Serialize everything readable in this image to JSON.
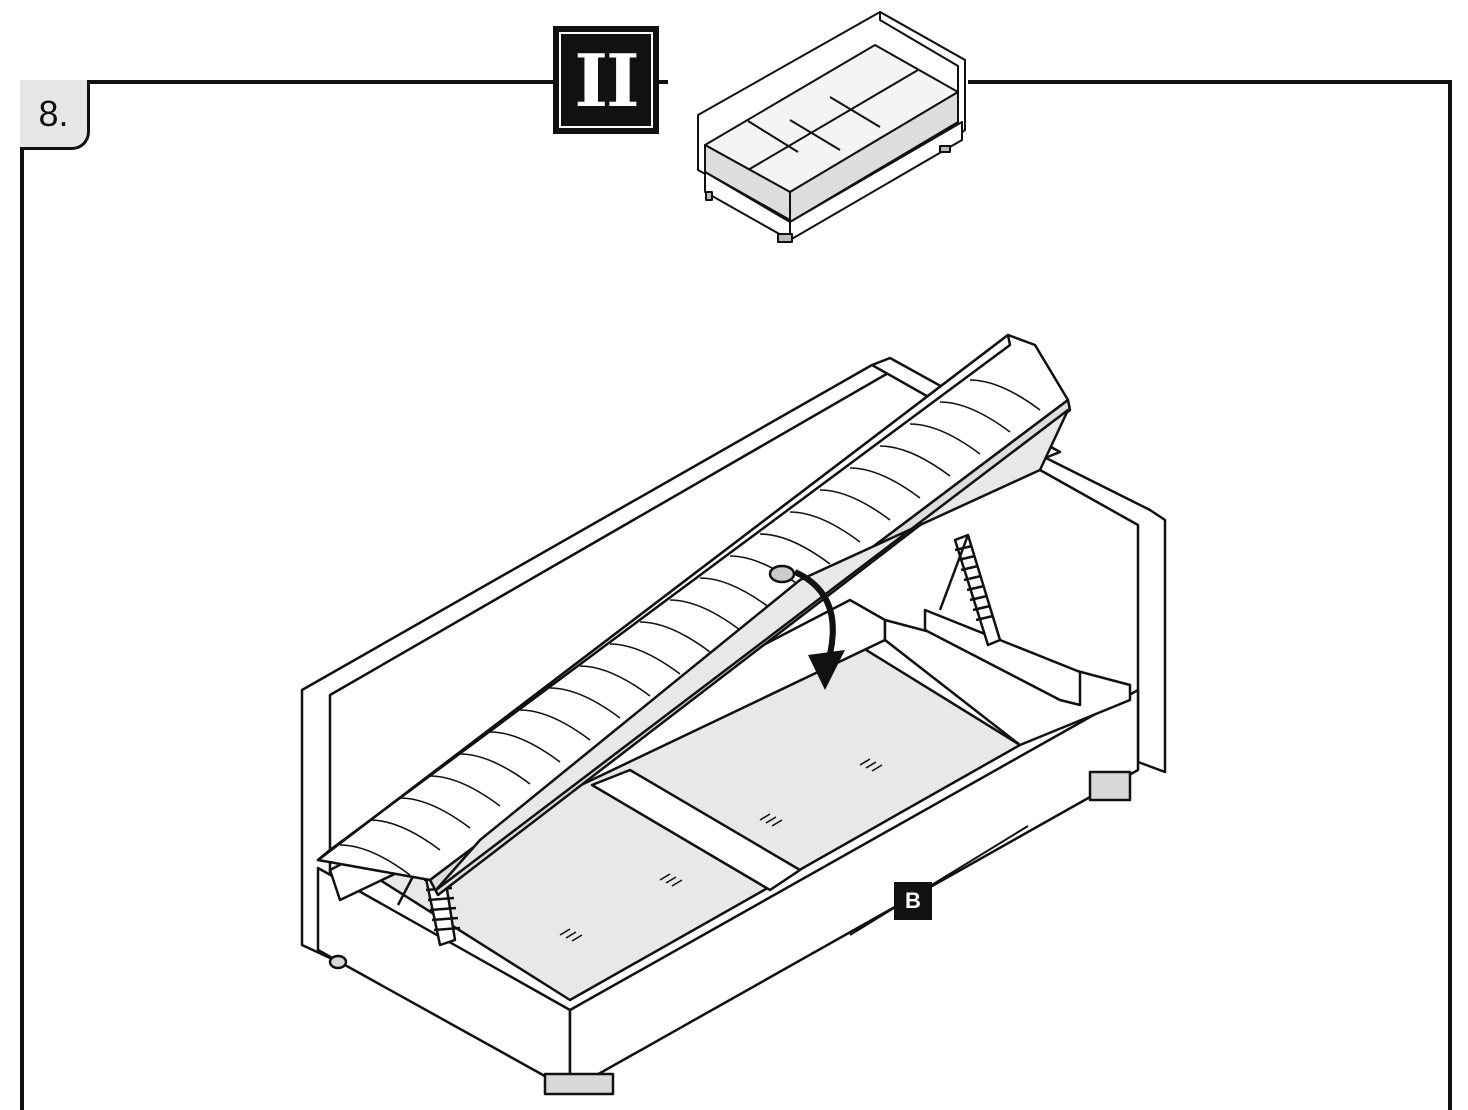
{
  "step": {
    "number": "8."
  },
  "phase": {
    "label": "II"
  },
  "callout": {
    "part_label": "B"
  },
  "colors": {
    "line": "#111111",
    "panel": "#e8e8e8",
    "fill": "#ffffff"
  }
}
